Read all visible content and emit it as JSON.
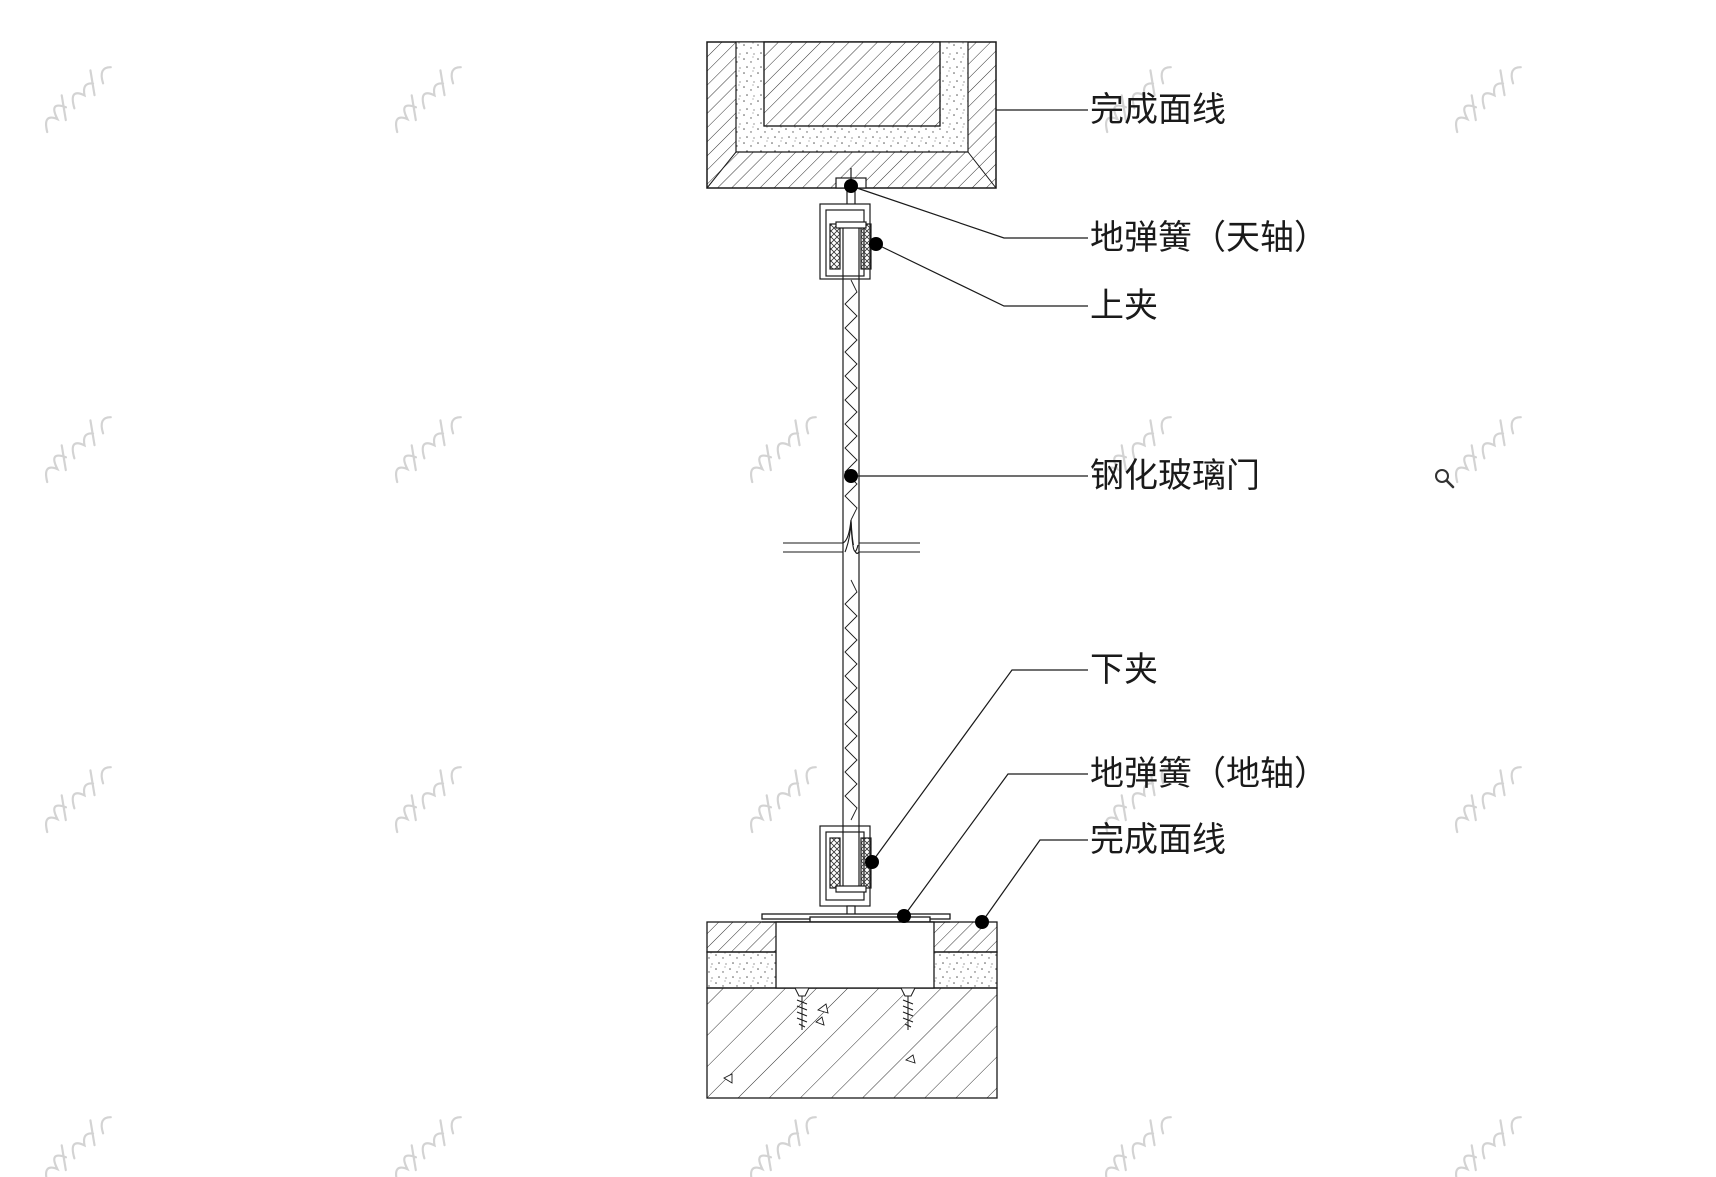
{
  "labels": {
    "ceiling_finish_line": "完成面线",
    "top_pivot": "地弹簧（天轴）",
    "top_clamp": "上夹",
    "tempered_glass_door": "钢化玻璃门",
    "bottom_clamp": "下夹",
    "floor_spring": "地弹簧（地轴）",
    "floor_finish_line": "完成面线"
  },
  "icons": {
    "zoom": "magnifier-icon",
    "watermark": "watermark-logo"
  },
  "colors": {
    "line": "#1a1a1a",
    "watermark": "#cfcfcf",
    "background": "#ffffff"
  }
}
